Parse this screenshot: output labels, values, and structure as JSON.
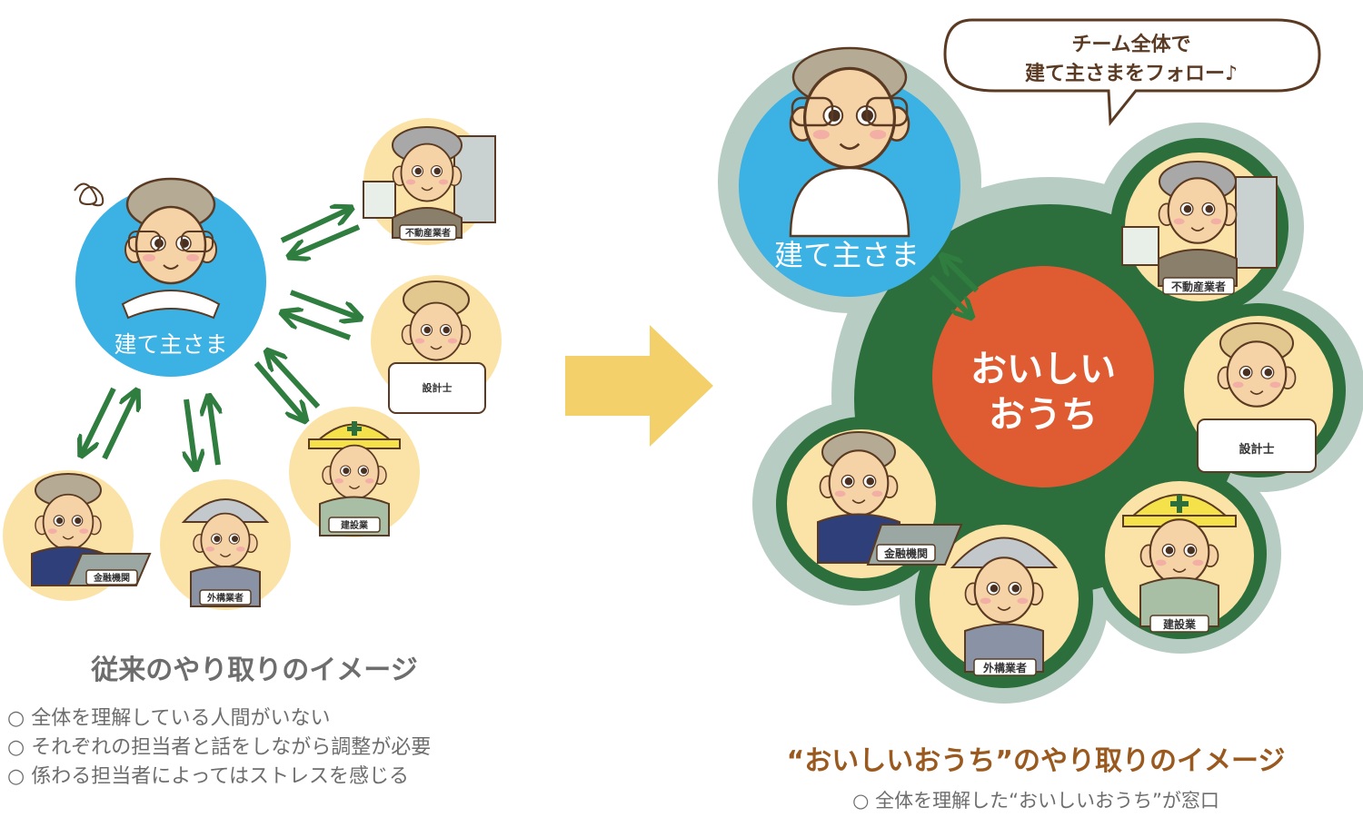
{
  "colors": {
    "owner_blue": "#3bb1e4",
    "arrow_green": "#2f7d3f",
    "team_green": "#2d6f3c",
    "halo_gray": "#b7cdc4",
    "company_red": "#df5b32",
    "big_arrow": "#f3d06a",
    "peach": "#fbe3a8",
    "right_title_brown": "#9a5a1f",
    "gray_text": "#6d6d6d"
  },
  "left": {
    "owner_label": "建て主さま",
    "roles": {
      "realestate": "不動産業者",
      "architect": "設計士",
      "builder": "建設業",
      "exterior": "外構業者",
      "finance": "金融機関"
    },
    "title": "従来のやり取りのイメージ",
    "bullets": [
      "○ 全体を理解している人間がいない",
      "○ それぞれの担当者と話をしながら調整が必要",
      "○ 係わる担当者によってはストレスを感じる"
    ]
  },
  "right": {
    "speech_line1": "チーム全体で",
    "speech_line2": "建て主さまをフォロー♪",
    "owner_label": "建て主さま",
    "company_line1": "おいしい",
    "company_line2": "おうち",
    "roles": {
      "realestate": "不動産業者",
      "architect": "設計士",
      "builder": "建設業",
      "exterior": "外構業者",
      "finance": "金融機関"
    },
    "title": "“おいしいおうち”のやり取りのイメージ",
    "bullet": "○ 全体を理解した“おいしいおうち”が窓口"
  }
}
